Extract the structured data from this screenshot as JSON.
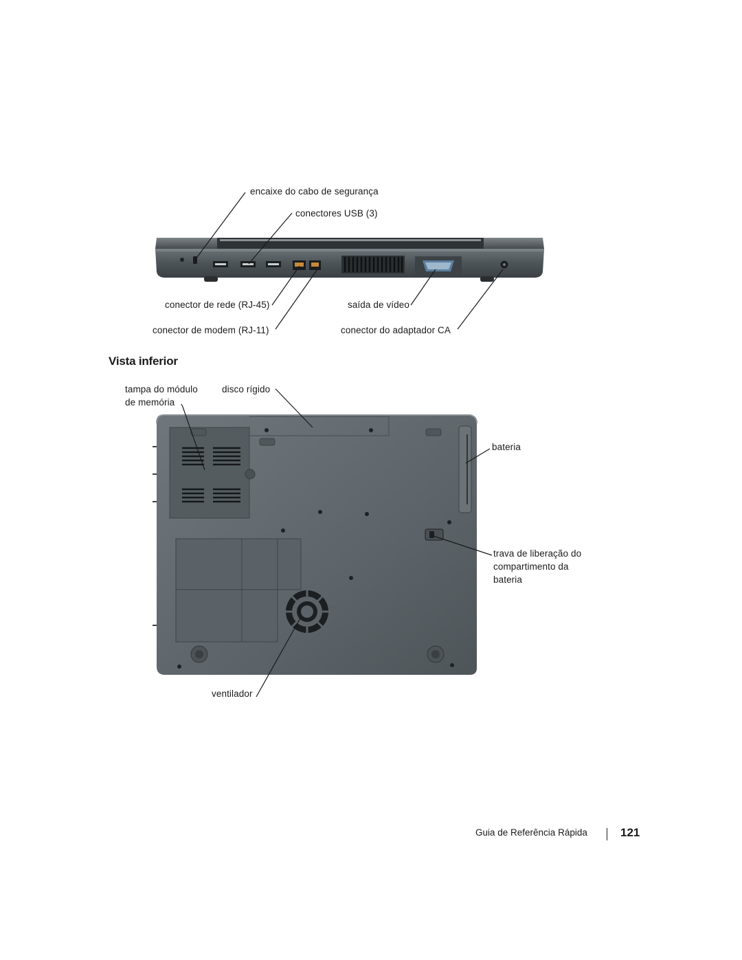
{
  "back_view": {
    "callouts": {
      "security_slot": "encaixe do cabo de segurança",
      "usb": "conectores USB (3)",
      "network": "conector de rede (RJ-45)",
      "modem": "conector de modem (RJ-11)",
      "video": "saída de vídeo",
      "ac_adapter": "conector do adaptador CA"
    }
  },
  "bottom_view": {
    "heading": "Vista inferior",
    "callouts": {
      "memory_cover": "tampa do módulo de memória",
      "hard_drive": "disco rígido",
      "battery": "bateria",
      "battery_release": "trava de liberação do compartimento da bateria",
      "fan": "ventilador"
    }
  },
  "footer": {
    "title": "Guia de Referência Rápida",
    "page_number": "121"
  }
}
